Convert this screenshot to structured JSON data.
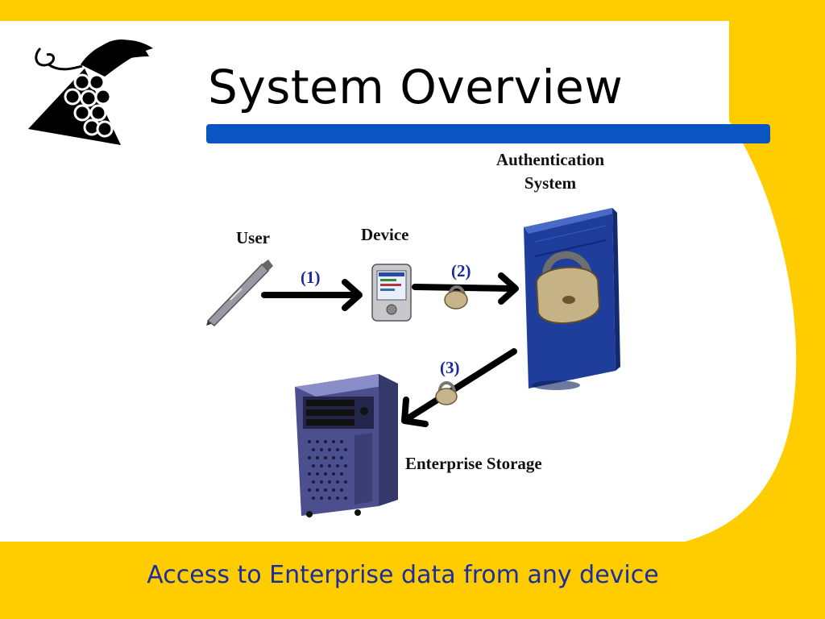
{
  "slide": {
    "title": "System Overview",
    "footer": "Access to Enterprise data from any device"
  },
  "diagram": {
    "nodes": {
      "user": "User",
      "device": "Device",
      "auth_line1": "Authentication",
      "auth_line2": "System",
      "storage": "Enterprise Storage"
    },
    "steps": [
      "(1)",
      "(2)",
      "(3)"
    ]
  },
  "colors": {
    "background": "#FFCC00",
    "title_bar": "#0A55C2",
    "footer_text": "#1A2F9E",
    "step_text": "#1A2A9A"
  },
  "icons": [
    "grapes-logo-icon",
    "pen-icon",
    "pda-device-icon",
    "padlock-icon",
    "server-tower-icon",
    "storage-server-icon",
    "arrow-icon"
  ]
}
